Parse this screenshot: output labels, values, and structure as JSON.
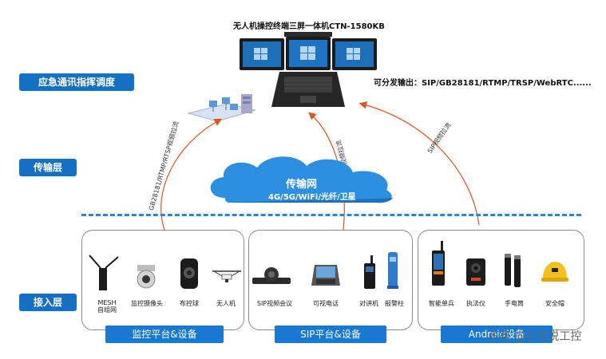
{
  "title": "无人机操控终端三屏一体机CTN-1580KB",
  "layers": {
    "command": "应急通讯指挥调度",
    "transport": "传输层",
    "access": "接入层"
  },
  "output_protocols": "可分发输出：SIP/GB28181/RTMP/TRSP/WebRTC......",
  "cloud": {
    "title": "传输网",
    "subtitle": "4G/5G/WiFi/光纤/卫星"
  },
  "arrows": {
    "left": "GB28181/RTMP/RTSP视频拉流",
    "middle": "SIP视频拉流",
    "right": "SIP视频拉流"
  },
  "panels": [
    {
      "label": "监控平台&设备",
      "devices": [
        "MESH\n自组网",
        "监控摄像头",
        "布控球",
        "无人机"
      ]
    },
    {
      "label": "SIP平台&设备",
      "devices": [
        "SIP视频会议",
        "可视电话",
        "对讲机",
        "报警柱"
      ]
    },
    {
      "label": "Android设备",
      "devices": [
        "智能单兵",
        "执法仪",
        "手电筒",
        "安全帽"
      ]
    }
  ],
  "watermark": "头条 @小文说工控",
  "colors": {
    "layer_label": "#1570c4",
    "panel_label": "#1978d2",
    "dashed_line": "#2a87d8",
    "arrow": "#e0541c",
    "cloud": "#2c8fe0"
  }
}
